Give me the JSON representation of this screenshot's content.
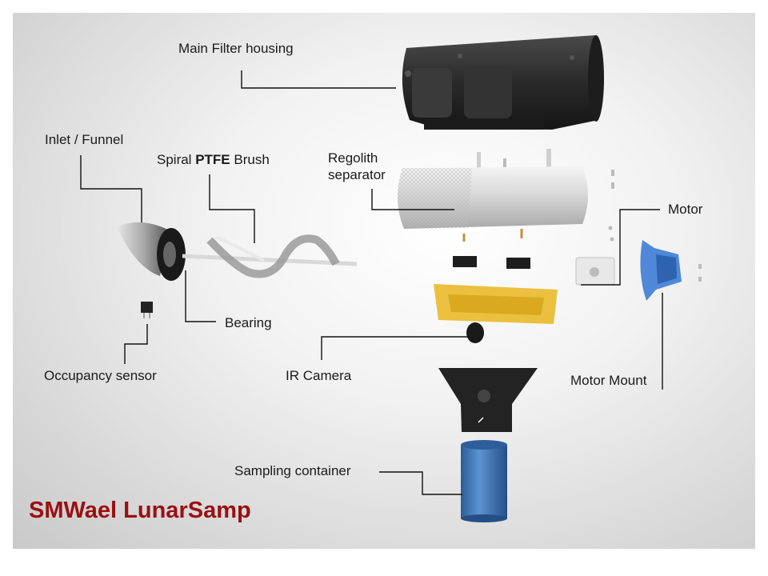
{
  "title": "SMWael LunarSamp",
  "labels": {
    "main_filter_housing": "Main Filter housing",
    "inlet_funnel": "Inlet / Funnel",
    "spiral_prefix": "Spiral ",
    "spiral_bold": "PTFE",
    "spiral_suffix": " Brush",
    "regolith_line1": "Regolith",
    "regolith_line2": "separator",
    "motor": "Motor",
    "bearing": "Bearing",
    "occupancy_sensor": "Occupancy sensor",
    "ir_camera": "IR Camera",
    "motor_mount": "Motor Mount",
    "sampling_container": "Sampling container"
  },
  "colors": {
    "title": "#9a0f12",
    "housing": "#2a2a2a",
    "separator": "#dcdcdc",
    "mount": "#4f88d8",
    "tray": "#e9b92a",
    "container": "#3f76b8",
    "funnel_lower": "#232323"
  }
}
